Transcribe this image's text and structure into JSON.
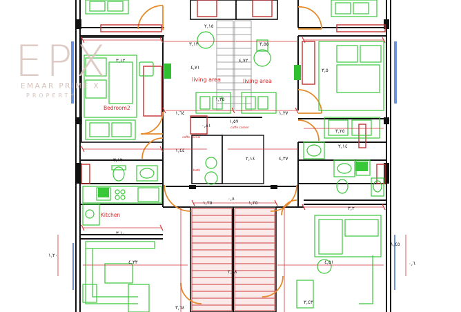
{
  "logo": {
    "mark": "EPX",
    "line1": "EMAAR PRIME X",
    "line2": "PROPERTY",
    "color": "#d9c3bc"
  },
  "colors": {
    "wall": "#111111",
    "furniture": "#38c838",
    "fixture": "#2fbf2f",
    "door": "#e58a2a",
    "dimension_red": "#d23232",
    "label_red": "#d81f1f",
    "stair": "#cc3a3a",
    "window": "#2a63c9"
  },
  "rooms": {
    "living_left": "living area",
    "living_right": "living area",
    "bedroom": "Bedroom2",
    "kitchen": "Kitchen",
    "coffee_left": "coffe corner",
    "coffee_right": "coffe corner",
    "bath": "bath"
  },
  "dimensions": {
    "d_top_left": "٢,١٥",
    "d_top_mid": "٣,١٣",
    "d_top_right": "٣,٥٥",
    "d_bed_w": "٣,١٢",
    "d_bed_h": "٣,١٢",
    "d_right_room": "٣,٥",
    "d_living_l": "٤,٧١",
    "d_living_r": "٤,٧٢",
    "d_corr_l": "١,٦٤",
    "d_corr_m": "١,٣٥",
    "d_corr_r": "١,٣٧",
    "d_right_bed": "٣,٢٥",
    "d_coffee": "١,٥٧",
    "d_coffee2": "٠,٨١",
    "d_bath_l": "١,٤٤",
    "d_bath_r": "٤,٣٧",
    "d_bath_w": "٢,١٤",
    "d_stair_l": "١,٢٥",
    "d_stair_m": "٠,٨",
    "d_stair_r": "١,٢٥",
    "d_right_bath": "٢,١٤",
    "d_right_lower": "٣,٢",
    "d_kitchen_w": "٣,١٠",
    "d_lower_left": "٤,٣٣",
    "d_lower_right": "٤,٥١",
    "d_side_left": "١,٢٠",
    "d_side_right": "١,٤٥",
    "d_stair_run": "٢,٦٨",
    "d_bottom_left": "٣,٦٤",
    "d_bottom_right": "٣,٤٣",
    "d_edge_right": "٠,٦"
  }
}
